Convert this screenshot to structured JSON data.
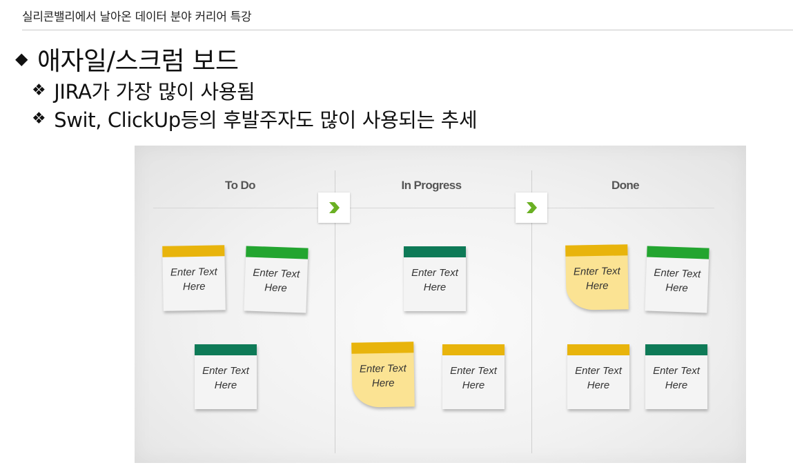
{
  "header": {
    "title": "실리콘밸리에서 날아온 데이터 분야 커리어 특강"
  },
  "slide": {
    "title_marker": "◆",
    "title": "애자일/스크럼 보드",
    "bullet_marker": "❖",
    "bullets": [
      "JIRA가 가장 많이 사용됨",
      "Swit, ClickUp등의 후발주자도 많이 사용되는 추세"
    ]
  },
  "board": {
    "columns": [
      "To Do",
      "In Progress",
      "Done"
    ],
    "note_text": "Enter Text\nHere",
    "colors": {
      "yellow": "#e8b40c",
      "green": "#23a530",
      "teal": "#0e7a57",
      "sticky": "#fbe393",
      "arrow": "#6ab023"
    },
    "notes": [
      {
        "column": "To Do",
        "color": "yellow",
        "text": "Enter Text Here"
      },
      {
        "column": "To Do",
        "color": "green",
        "text": "Enter Text Here"
      },
      {
        "column": "To Do",
        "color": "teal",
        "text": "Enter Text Here"
      },
      {
        "column": "In Progress",
        "color": "teal",
        "text": "Enter Text Here"
      },
      {
        "column": "In Progress",
        "color": "sticky",
        "text": "Enter Text Here"
      },
      {
        "column": "In Progress",
        "color": "yellow",
        "text": "Enter Text Here"
      },
      {
        "column": "Done",
        "color": "sticky",
        "text": "Enter Text Here"
      },
      {
        "column": "Done",
        "color": "green",
        "text": "Enter Text Here"
      },
      {
        "column": "Done",
        "color": "yellow",
        "text": "Enter Text Here"
      },
      {
        "column": "Done",
        "color": "teal",
        "text": "Enter Text Here"
      }
    ]
  }
}
